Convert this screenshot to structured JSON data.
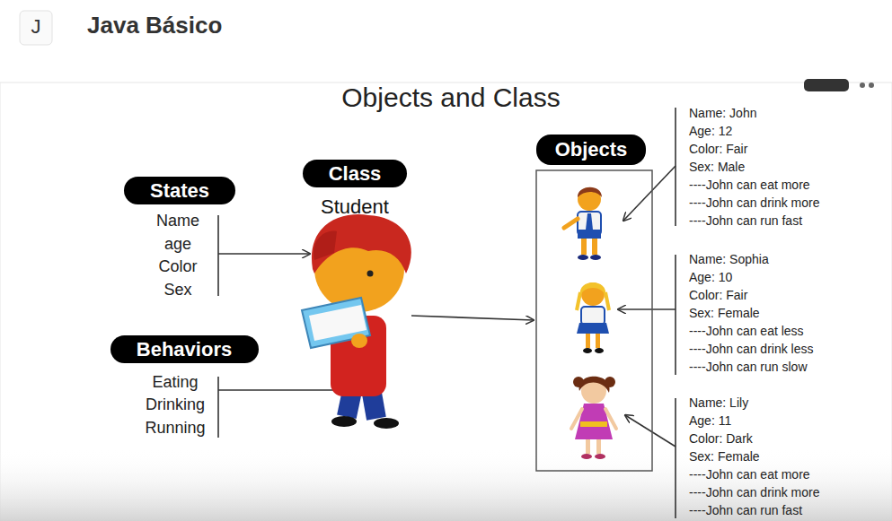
{
  "diagram": {
    "title": "Objects and Class",
    "nodes": [
      {
        "text": [
          "States"
        ]
      },
      {
        "text": [
          "Class"
        ]
      },
      {
        "text": [
          "Objects"
        ]
      },
      {
        "text": [
          "Behaviors"
        ]
      }
    ],
    "labels": [
      "J",
      "Java Básico",
      "Name",
      "age",
      "Color",
      "Sex",
      "Eating",
      "Drinking",
      "Running",
      "Student",
      "Name: John",
      "Age: 12",
      "Color: Fair",
      "Sex: Male",
      "----John can eat more",
      "----John can drink more",
      "----John can run fast",
      "Name: Sophia",
      "Age: 10",
      "Color: Fair",
      "Sex: Female",
      "----John can eat less",
      "----John can drink less",
      "----John can run slow",
      "Name: Lily",
      "Age: 11",
      "Color: Dark",
      "Sex: Female",
      "----John can eat more",
      "----John can drink more",
      "----John can run fast"
    ]
  }
}
